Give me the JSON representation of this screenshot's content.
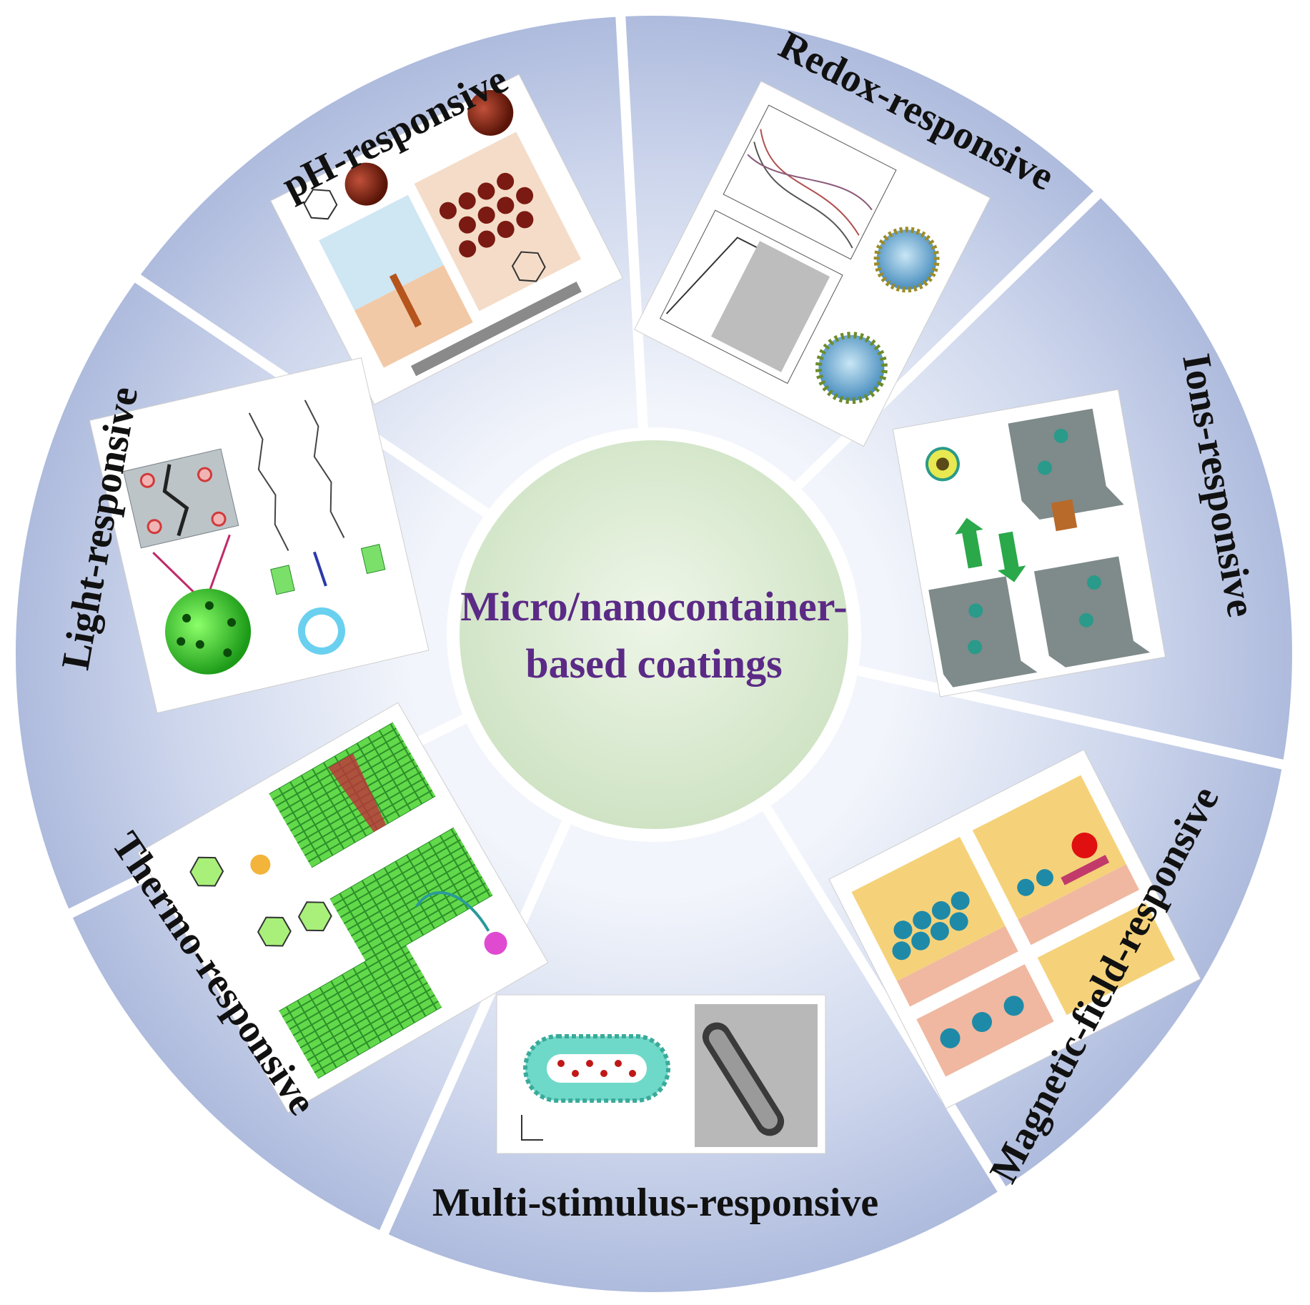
{
  "center": {
    "line1": "Micro/nanocontainer-",
    "line2": "based coatings",
    "text_color": "#5b2a86",
    "fill_color": "#d8ead0"
  },
  "segments": [
    {
      "id": "ph",
      "label": "pH-responsive"
    },
    {
      "id": "redox",
      "label": "Redox-responsive"
    },
    {
      "id": "ions",
      "label": "Ions-responsive"
    },
    {
      "id": "magnetic",
      "label": "Magnetic-field-responsive"
    },
    {
      "id": "multi",
      "label": "Multi-stimulus-responsive"
    },
    {
      "id": "thermo",
      "label": "Thermo-responsive"
    },
    {
      "id": "light",
      "label": "Light-responsive"
    }
  ],
  "colors": {
    "segment_fill_outer": "#b7c3e2",
    "segment_fill_inner": "#e8edf7",
    "divider": "#ffffff",
    "label": "#111111"
  }
}
